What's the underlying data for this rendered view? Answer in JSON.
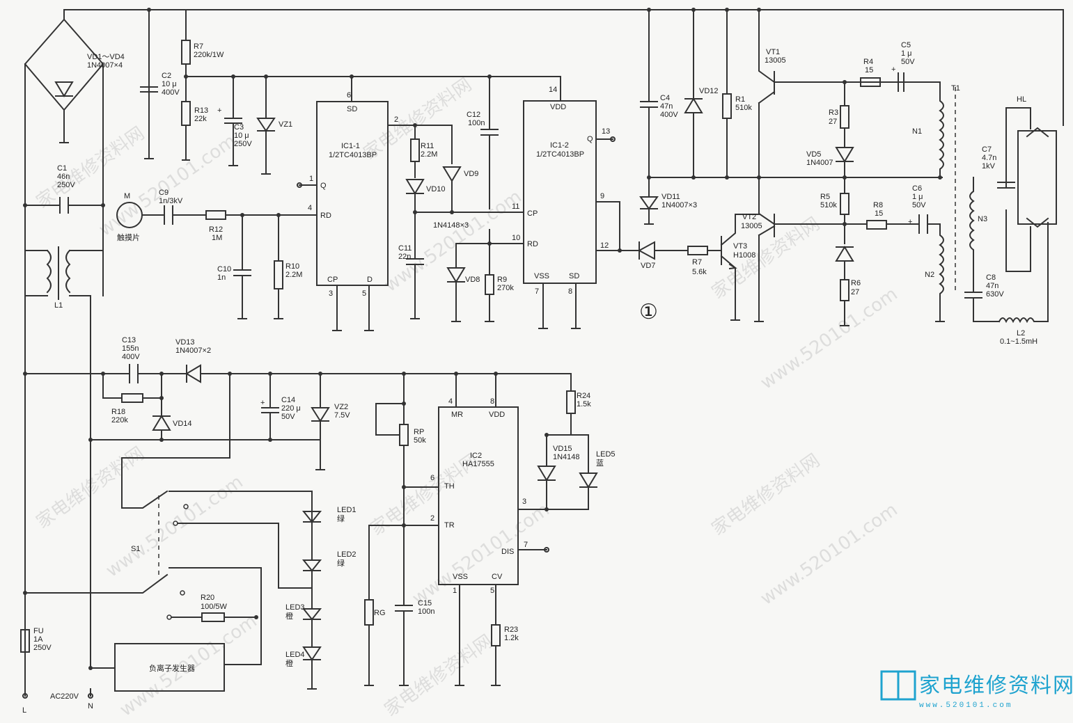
{
  "figure_number": "①",
  "components": {
    "vd1_vd4": [
      "VD1～VD4",
      "1N4007×4"
    ],
    "r7_top": [
      "R7",
      "220k/1W"
    ],
    "c2": [
      "C2",
      "10 μ",
      "400V"
    ],
    "r13": [
      "R13",
      "22k"
    ],
    "c3": [
      "C3",
      "10 μ",
      "250V"
    ],
    "vz1": [
      "VZ1"
    ],
    "c1": [
      "C1",
      "46n",
      "250V"
    ],
    "l1": [
      "L1"
    ],
    "m": [
      "M"
    ],
    "touch": [
      "触摸片"
    ],
    "c9": [
      "C9",
      "1n/3kV"
    ],
    "r12": [
      "R12",
      "1M"
    ],
    "c10": [
      "C10",
      "1n"
    ],
    "r10": [
      "R10",
      "2.2M"
    ],
    "ic1_1": [
      "IC1-1",
      "1/2TC4013BP"
    ],
    "ic1_1_pins": {
      "sd": "SD",
      "q": "Q",
      "rd": "RD",
      "cp": "CP",
      "d": "D",
      "p6": "6",
      "p1": "1",
      "p4": "4",
      "p3": "3",
      "p5": "5",
      "p2": "2"
    },
    "r11": [
      "R11",
      "2.2M"
    ],
    "vd9": [
      "VD9"
    ],
    "vd10": [
      "VD10"
    ],
    "vd_note": [
      "1N4148×3"
    ],
    "c11": [
      "C11",
      "22n"
    ],
    "c12": [
      "C12",
      "100n"
    ],
    "vd8": [
      "VD8"
    ],
    "r9": [
      "R9",
      "270k"
    ],
    "ic1_2": [
      "IC1-2",
      "1/2TC4013BP"
    ],
    "ic1_2_pins": {
      "vdd": "VDD",
      "q": "Q",
      "cp": "CP",
      "rd": "RD",
      "vss": "VSS",
      "sd": "SD",
      "p14": "14",
      "p13": "13",
      "p11": "11",
      "p10": "10",
      "p9": "9",
      "p12": "12",
      "p7": "7",
      "p8": "8"
    },
    "c4": [
      "C4",
      "47n",
      "400V"
    ],
    "vd12": [
      "VD12"
    ],
    "r1": [
      "R1",
      "510k"
    ],
    "vd11": [
      "VD11",
      "1N4007×3"
    ],
    "vd7": [
      "VD7"
    ],
    "r7_base": [
      "R7",
      "5.6k"
    ],
    "vt3": [
      "VT3",
      "H1008"
    ],
    "vt1": [
      "VT1",
      "13005"
    ],
    "vt2": [
      "VT2",
      "13005"
    ],
    "r4": [
      "R4",
      "15"
    ],
    "c5": [
      "C5",
      "1 μ",
      "50V"
    ],
    "r3": [
      "R3",
      "27"
    ],
    "vd5": [
      "VD5",
      "1N4007"
    ],
    "r5": [
      "R5",
      "510k"
    ],
    "r8": [
      "R8",
      "15"
    ],
    "c6": [
      "C6",
      "1 μ",
      "50V"
    ],
    "r6": [
      "R6",
      "27"
    ],
    "t1": [
      "T1"
    ],
    "n1": [
      "N1"
    ],
    "n2": [
      "N2"
    ],
    "n3": [
      "N3"
    ],
    "hl": [
      "HL"
    ],
    "c7": [
      "C7",
      "4.7n",
      "1kV"
    ],
    "c8": [
      "C8",
      "47n",
      "630V"
    ],
    "l2": [
      "L2",
      "0.1~1.5mH"
    ],
    "c13": [
      "C13",
      "155n",
      "400V"
    ],
    "vd13": [
      "VD13",
      "1N4007×2"
    ],
    "r18": [
      "R18",
      "220k"
    ],
    "vd14": [
      "VD14"
    ],
    "c14": [
      "C14",
      "220 μ",
      "50V"
    ],
    "vz2": [
      "VZ2",
      "7.5V"
    ],
    "rp": [
      "RP",
      "50k"
    ],
    "ic2": [
      "IC2",
      "HA17555"
    ],
    "ic2_pins": {
      "mr": "MR",
      "vdd": "VDD",
      "th": "TH",
      "tr": "TR",
      "dis": "DIS",
      "vss": "VSS",
      "cv": "CV",
      "p4": "4",
      "p8": "8",
      "p6": "6",
      "p2": "2",
      "p3": "3",
      "p7": "7",
      "p1": "1",
      "p5": "5"
    },
    "r24": [
      "R24",
      "1.5k"
    ],
    "vd15": [
      "VD15",
      "1N4148"
    ],
    "led5": [
      "LED5",
      "蓝"
    ],
    "led1": [
      "LED1",
      "绿"
    ],
    "led2": [
      "LED2",
      "绿"
    ],
    "led3": [
      "LED3",
      "橙"
    ],
    "led4": [
      "LED4",
      "橙"
    ],
    "s1": [
      "S1"
    ],
    "r20": [
      "R20",
      "100/5W"
    ],
    "rg": [
      "RG"
    ],
    "c15": [
      "C15",
      "100n"
    ],
    "r23": [
      "R23",
      "1.2k"
    ],
    "fu": [
      "FU",
      "1A",
      "250V"
    ],
    "ion_gen": [
      "负离子发生器"
    ],
    "terminals": {
      "l": "L",
      "n": "N",
      "ac": "AC220V"
    }
  },
  "watermark": {
    "text_cn": "家电维修资料网",
    "text_url": "www.520101.com",
    "logo_text": "家电维修资料网",
    "logo_url": "www.520101.com"
  }
}
